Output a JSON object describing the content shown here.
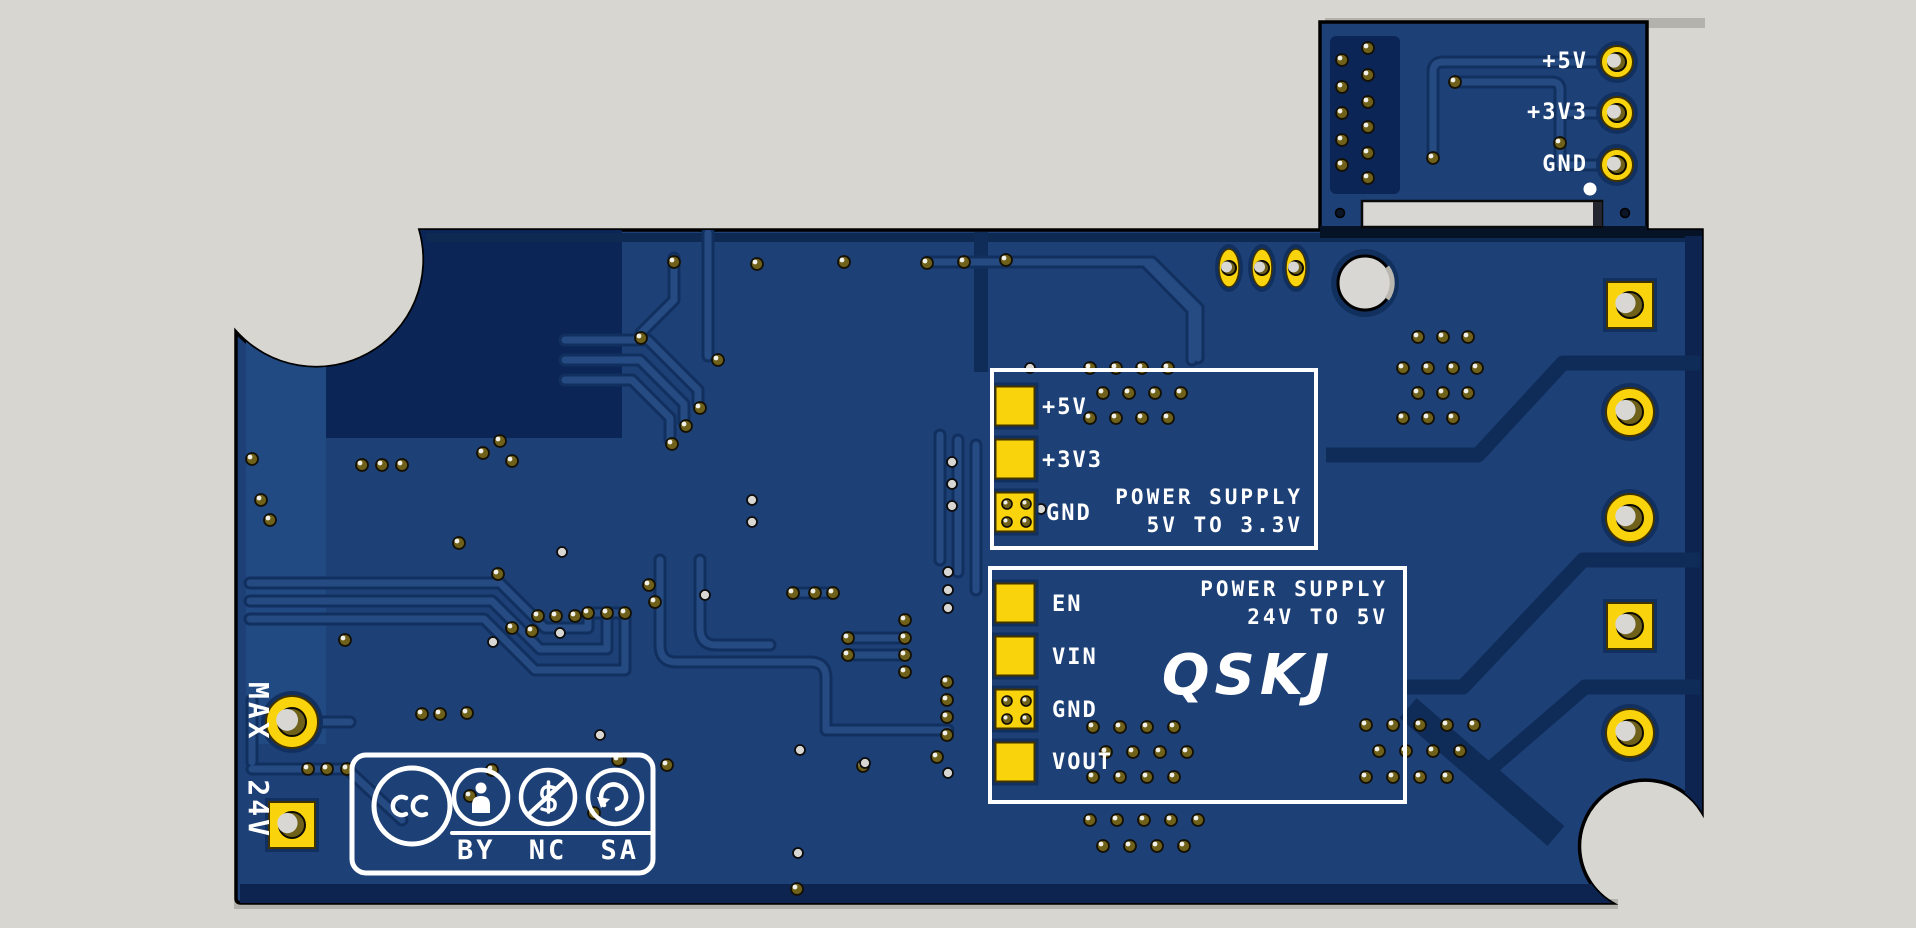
{
  "scene": {
    "description": "3D render of the back side of a dark blue power-supply PCB module on a gray background",
    "board_kind": "pcb-render"
  },
  "colors": {
    "bg": "#d7d6d1",
    "board": "#1d4077",
    "pour": "#0b2556",
    "zone": "#214a82",
    "trace": "#254b82",
    "halo": "#11305f",
    "channel": "#0f2c58",
    "band": "#0d2450",
    "silk": "#ffffff",
    "pad": "#f9d30c",
    "padedge": "#403300",
    "olive": "#6f6119",
    "hole": "#d8d7d3",
    "outline": "#000000"
  },
  "breakout_header": {
    "labels": [
      "+5V",
      "+3V3",
      "GND"
    ]
  },
  "silkscreen_boxes": [
    {
      "title_line1": "POWER SUPPLY",
      "title_line2": "5V TO 3.3V",
      "pads": [
        "+5V",
        "+3V3",
        "GND"
      ]
    },
    {
      "title_line1": "POWER SUPPLY",
      "title_line2": "24V TO 5V",
      "pads": [
        "EN",
        "VIN",
        "GND",
        "VOUT"
      ],
      "logo": "QSKJ"
    }
  ],
  "max_voltage_label": "MAX 24V",
  "license_badge": {
    "text": "BY NC SA",
    "icons": [
      "cc-icon",
      "attribution-person-icon",
      "non-commercial-dollar-icon",
      "share-alike-arrow-icon"
    ]
  }
}
